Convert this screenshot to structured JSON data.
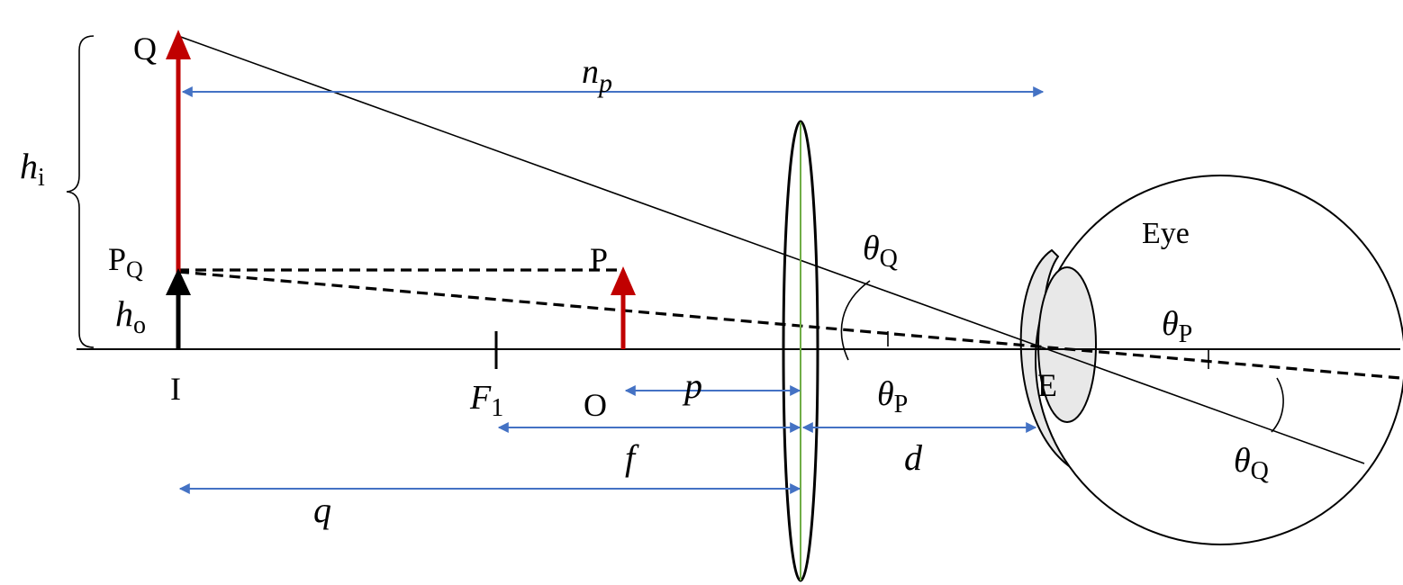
{
  "labels": {
    "Q": "Q",
    "np_main": "n",
    "np_sub": "p",
    "hi_main": "h",
    "hi_sub": "i",
    "PQ_main": "P",
    "PQ_sub": "Q",
    "P": "P",
    "ho_main": "h",
    "ho_sub": "o",
    "I": "I",
    "F1_main": "F",
    "F1_sub": "1",
    "O": "O",
    "p": "p",
    "f": "f",
    "q": "q",
    "d": "d",
    "E": "E",
    "eye": "Eye",
    "thetaQ_main": "θ",
    "thetaQ_sub": "Q",
    "thetaP_main": "θ",
    "thetaP_sub": "P",
    "thetaP_eye_main": "θ",
    "thetaP_eye_sub": "P",
    "thetaQ_eye_main": "θ",
    "thetaQ_eye_sub": "Q"
  },
  "colors": {
    "arrow_red": "#c00000",
    "dimension_blue": "#4472c4",
    "lens_green": "#70ad47",
    "eye_fill": "#e8e8e8",
    "line": "#000000"
  }
}
